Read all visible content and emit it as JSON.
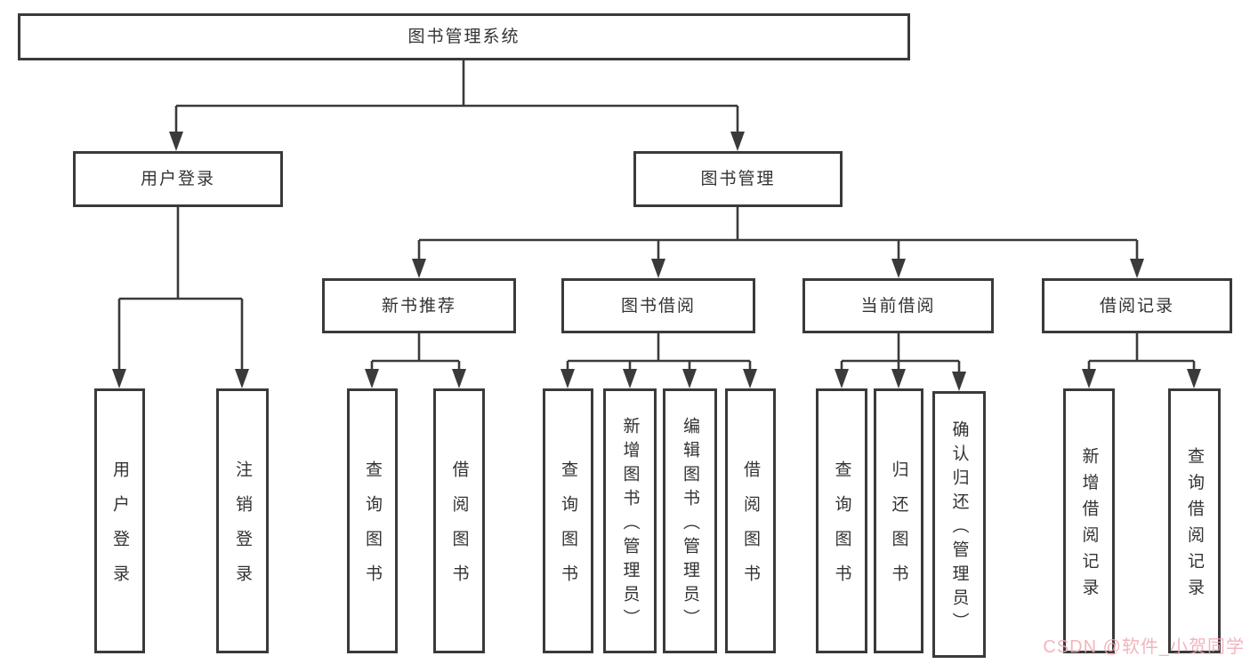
{
  "diagram": {
    "root": {
      "label": "图书管理系统",
      "children": [
        {
          "label": "用户登录",
          "children": [
            {
              "label": "用户登录"
            },
            {
              "label": "注销登录"
            }
          ]
        },
        {
          "label": "图书管理",
          "children": [
            {
              "label": "新书推荐",
              "children": [
                {
                  "label": "查询图书"
                },
                {
                  "label": "借阅图书"
                }
              ]
            },
            {
              "label": "图书借阅",
              "children": [
                {
                  "label": "查询图书"
                },
                {
                  "label": "新增图书（管理员）"
                },
                {
                  "label": "编辑图书（管理员）"
                },
                {
                  "label": "借阅图书"
                }
              ]
            },
            {
              "label": "当前借阅",
              "children": [
                {
                  "label": "查询图书"
                },
                {
                  "label": "归还图书"
                },
                {
                  "label": "确认归还（管理员）"
                }
              ]
            },
            {
              "label": "借阅记录",
              "children": [
                {
                  "label": "新增借阅记录"
                },
                {
                  "label": "查询借阅记录"
                }
              ]
            }
          ]
        }
      ]
    },
    "colors": {
      "box_border": "#3a3a3a",
      "connector": "#3a3a3a",
      "text": "#333333",
      "background": "#ffffff",
      "watermark": "#f0a8b2"
    }
  },
  "watermark": {
    "text": "CSDN @软件_小贺同学"
  }
}
